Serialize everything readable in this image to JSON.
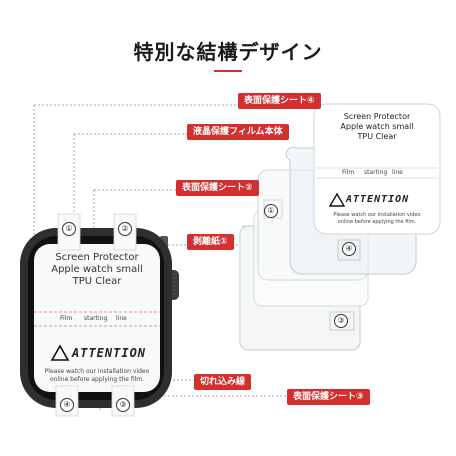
{
  "title": "特別な結構デザイン",
  "accent_color": "#d32f2f",
  "labels": {
    "surface_sheet_4": "表面保護シート④",
    "lcd_film_body": "液晶保護フィルム本体",
    "surface_sheet_2": "表面保護シート②",
    "release_paper_1": "剥離紙①",
    "cut_line": "切れ込み線",
    "surface_sheet_3": "表面保護シート③"
  },
  "watch": {
    "line1": "Screen Protector",
    "line2": "Apple watch small",
    "line3": "TPU Clear",
    "film": "Film",
    "starting": "starting",
    "line": "line",
    "attention": "ATTENTION",
    "note1": "Please watch our installation video",
    "note2": "online before applying the film."
  },
  "card": {
    "line1": "Screen Protector",
    "line2": "Apple watch small",
    "line3": "TPU Clear",
    "film": "Film",
    "starting": "starting",
    "line": "line",
    "attention": "ATTENTION",
    "note1": "Please watch our installation video",
    "note2": "online before applying the film."
  },
  "numbers": {
    "n1": "①",
    "n2": "②",
    "n3": "③",
    "n4": "④"
  }
}
